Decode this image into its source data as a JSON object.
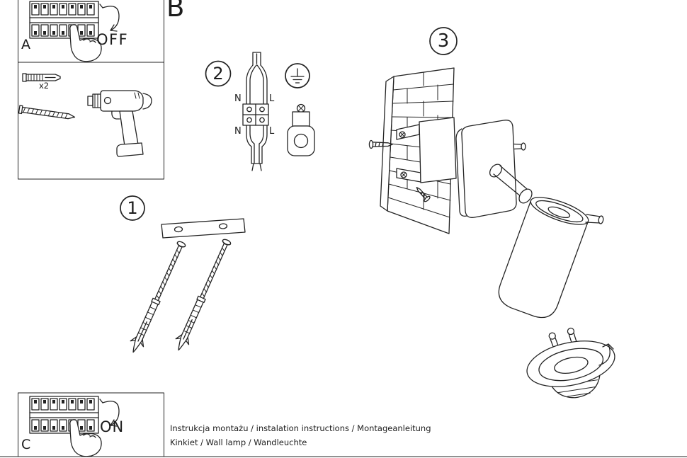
{
  "colors": {
    "ink": "#232323",
    "paper": "#ffffff"
  },
  "section": {
    "label": "B"
  },
  "steps": {
    "step1": "1",
    "step2": "2",
    "step3": "3"
  },
  "panel_a": {
    "label": "A",
    "state": "OFF"
  },
  "panel_c": {
    "label": "C",
    "state": "ON"
  },
  "tools": {
    "anchor_count": "x2"
  },
  "wiring": {
    "neutral_top": "N",
    "live_top": "L",
    "neutral_bottom": "N",
    "live_bottom": "L"
  },
  "footer": {
    "line1": "Instrukcja montażu / instalation instructions / Montageanleitung",
    "line2": "Kinkiet / Wall lamp / Wandleuchte"
  }
}
